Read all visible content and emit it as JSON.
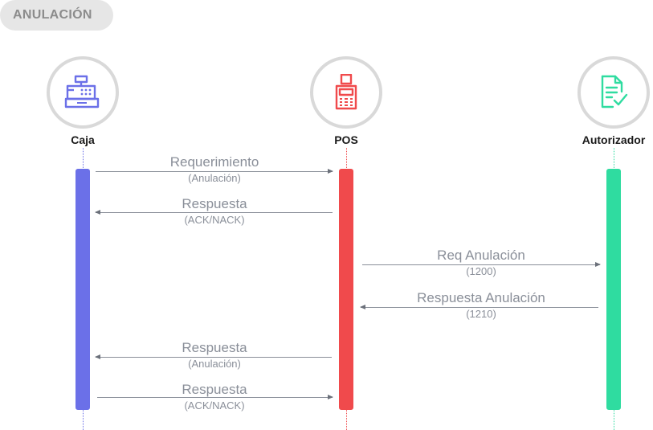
{
  "header": {
    "tag": "ANULACIÓN"
  },
  "actors": [
    {
      "label": "Caja",
      "icon": "cash-register-icon",
      "color": "#6b70e8"
    },
    {
      "label": "POS",
      "icon": "pos-terminal-icon",
      "color": "#f04a4c"
    },
    {
      "label": "Autorizador",
      "icon": "authorized-document-icon",
      "color": "#2fdca0"
    }
  ],
  "messages": [
    {
      "from": "Caja",
      "to": "POS",
      "title": "Requerimiento",
      "subtitle": "(Anulación)"
    },
    {
      "from": "POS",
      "to": "Caja",
      "title": "Respuesta",
      "subtitle": "(ACK/NACK)"
    },
    {
      "from": "POS",
      "to": "Autorizador",
      "title": "Req Anulación",
      "subtitle": "(1200)"
    },
    {
      "from": "Autorizador",
      "to": "POS",
      "title": "Respuesta Anulación",
      "subtitle": "(1210)"
    },
    {
      "from": "POS",
      "to": "Caja",
      "title": "Respuesta",
      "subtitle": "(Anulación)"
    },
    {
      "from": "Caja",
      "to": "POS",
      "title": "Respuesta",
      "subtitle": "(ACK/NACK)"
    }
  ]
}
